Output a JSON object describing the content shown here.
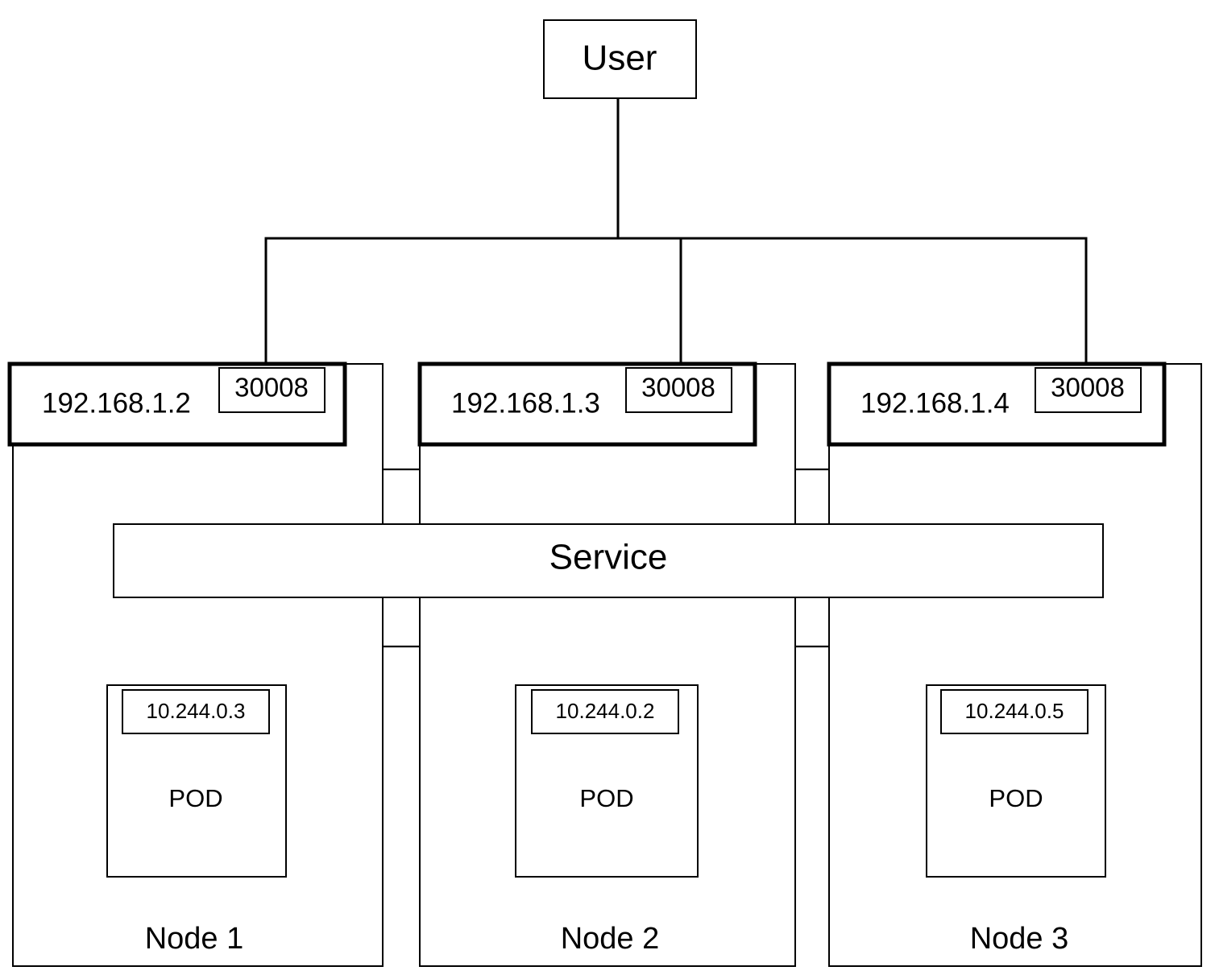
{
  "diagram": {
    "title_text": "User",
    "service_label": "Service",
    "actor": {
      "label": "User"
    },
    "service": {
      "label": "Service"
    },
    "nodes": [
      {
        "id": "node-1",
        "container_label": "Node 1",
        "ip": "192.168.1.2",
        "node_port": "30008",
        "pod": {
          "label": "POD",
          "ip": "10.244.0.3"
        }
      },
      {
        "id": "node-2",
        "container_label": "Node 2",
        "ip": "192.168.1.3",
        "node_port": "30008",
        "pod": {
          "label": "POD",
          "ip": "10.244.0.2"
        }
      },
      {
        "id": "node-3",
        "container_label": "Node 3",
        "ip": "192.168.1.4",
        "node_port": "30008",
        "pod": {
          "label": "POD",
          "ip": "10.244.0.5"
        }
      }
    ],
    "colors": {
      "stroke": "#000000",
      "background": "#ffffff",
      "text": "#000000"
    }
  }
}
